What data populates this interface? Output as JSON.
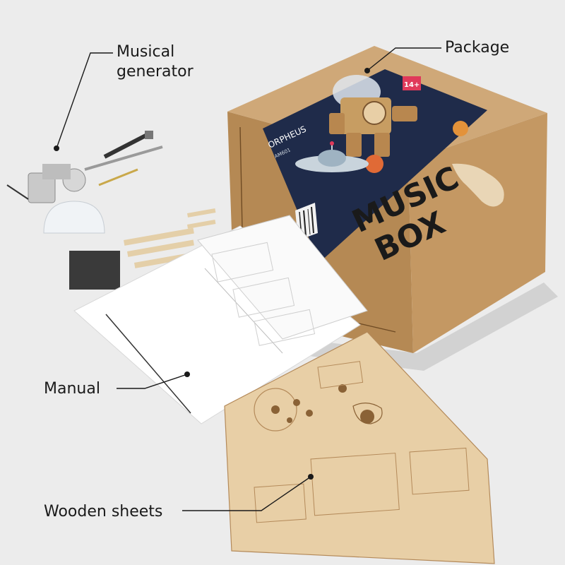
{
  "labels": {
    "musical_generator": "Musical\ngenerator",
    "package": "Package",
    "manual": "Manual",
    "wooden_sheets": "Wooden sheets"
  },
  "box": {
    "brand": "ORPHEUS",
    "model": "AM601",
    "age_badge": "14+",
    "title_line1": "MUSIC",
    "title_line2": "BOX"
  },
  "colors": {
    "background": "#ececec",
    "kraft": "#c9a26d",
    "kraft_dark": "#a9824f",
    "navy": "#1f2b4a",
    "badge": "#e0395a",
    "wood": "#e8cfa6",
    "wood_line": "#b48a5a"
  }
}
